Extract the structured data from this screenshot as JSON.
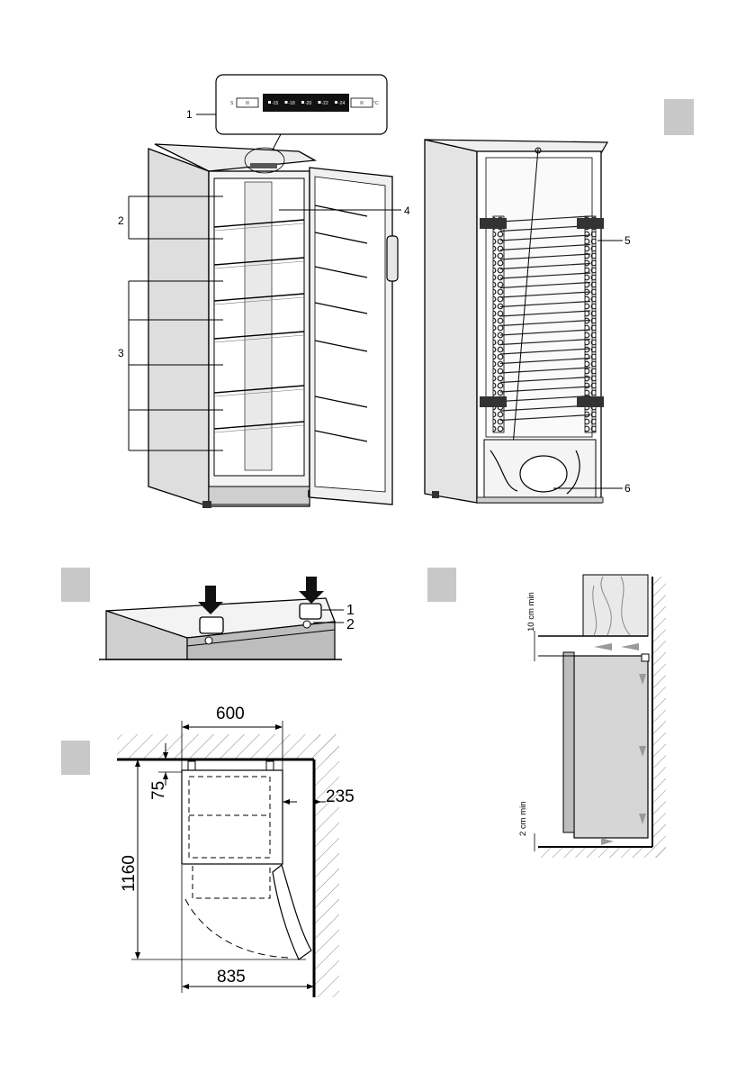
{
  "figure_markers": {
    "a": "",
    "b": "",
    "c": "",
    "d": ""
  },
  "control_panel": {
    "left_label": "S",
    "left_display": "",
    "scale": [
      "-15",
      "-18",
      "-20",
      "-22",
      "-24"
    ],
    "unit": "°C",
    "right_display": ""
  },
  "front_callouts": {
    "c1": "1",
    "c2": "2",
    "c3": "3",
    "c4": "4"
  },
  "rear_callouts": {
    "c5": "5",
    "c6": "6"
  },
  "top_callouts": {
    "c1": "1",
    "c2": "2"
  },
  "plan_dims": {
    "width": "600",
    "depth_gap": "75",
    "side_gap": "235",
    "depth_total": "1160",
    "width_open": "835"
  },
  "side_dims": {
    "top_gap": "10 cm min",
    "bottom_gap": "2 cm min"
  },
  "colors": {
    "line": "#000000",
    "wall_hatch": "#8a8a8a",
    "panel": "#c9c9c9",
    "marker": "#c8c8c8",
    "fill_grey": "#d9d9d9"
  }
}
